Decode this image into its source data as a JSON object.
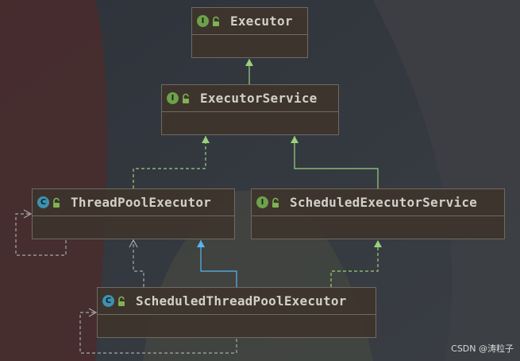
{
  "diagram": {
    "nodes": [
      {
        "id": "executor",
        "kind": "interface",
        "badge": "I",
        "name": "Executor"
      },
      {
        "id": "executor-service",
        "kind": "interface",
        "badge": "I",
        "name": "ExecutorService"
      },
      {
        "id": "thread-pool-executor",
        "kind": "class",
        "badge": "C",
        "name": "ThreadPoolExecutor"
      },
      {
        "id": "scheduled-executor-service",
        "kind": "interface",
        "badge": "I",
        "name": "ScheduledExecutorService"
      },
      {
        "id": "scheduled-thread-pool-executor",
        "kind": "class",
        "badge": "C",
        "name": "ScheduledThreadPoolExecutor"
      }
    ],
    "edges": [
      {
        "from": "executor-service",
        "to": "executor",
        "type": "extends"
      },
      {
        "from": "scheduled-executor-service",
        "to": "executor-service",
        "type": "extends"
      },
      {
        "from": "thread-pool-executor",
        "to": "executor-service",
        "type": "implements"
      },
      {
        "from": "scheduled-thread-pool-executor",
        "to": "thread-pool-executor",
        "type": "class-extends"
      },
      {
        "from": "scheduled-thread-pool-executor",
        "to": "scheduled-executor-service",
        "type": "implements"
      },
      {
        "from": "thread-pool-executor",
        "to": "thread-pool-executor",
        "type": "self-link"
      },
      {
        "from": "scheduled-thread-pool-executor",
        "to": "scheduled-thread-pool-executor",
        "type": "self-link"
      },
      {
        "from": "scheduled-thread-pool-executor",
        "to": "thread-pool-executor",
        "type": "dependency"
      }
    ],
    "colors": {
      "interface_badge": "#6ea24a",
      "class_badge": "#3d92b0",
      "interface_arrow": "#9bd17a",
      "class_arrow": "#5ab4ee",
      "dependency_line": "#a8a8a8",
      "lock": "#7fb352"
    }
  },
  "watermark": "CSDN @涛粒子"
}
